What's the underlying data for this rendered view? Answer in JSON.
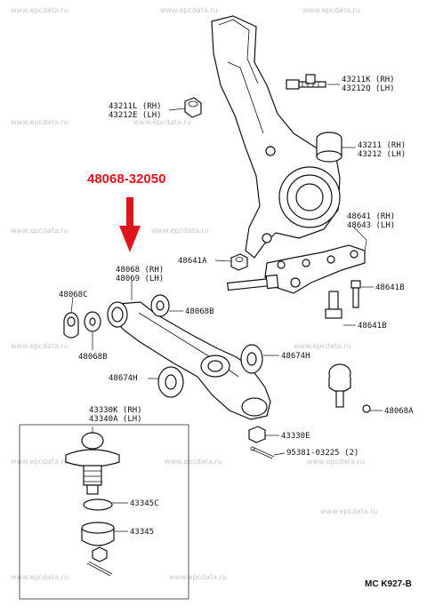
{
  "watermark": "www.epcdata.ru",
  "highlight_part": "48068-32050",
  "diagram_ref": "MC K927-B",
  "labels": {
    "p43211K": "43211K (RH)",
    "p43212Q": "43212Q (LH)",
    "p43211L": "43211L (RH)",
    "p43212E": "43212E (LH)",
    "p43211": "43211 (RH)",
    "p43212": "43212 (LH)",
    "p48641": "48641 (RH)",
    "p48643": "48643 (LH)",
    "p48641A": "48641A",
    "p48068": "48068 (RH)",
    "p48069": "48069 (LH)",
    "p48068C": "48068C",
    "p48641B_top": "48641B",
    "p48068B_right": "48068B",
    "p48641B_low": "48641B",
    "p48068B_left": "48068B",
    "p48674H_right": "48674H",
    "p48674H_left": "48674H",
    "p48068A": "48068A",
    "p43330K": "43330K (RH)",
    "p43340A": "43340A (LH)",
    "p43330E": "43330E",
    "p95381": "95381-03225 (2)",
    "p43345C": "43345C",
    "p43345": "43345"
  },
  "colors": {
    "highlight": "#e0141e",
    "line": "#111111",
    "watermark": "#c8c8c8"
  },
  "icons": {
    "arrow": "down-arrow-icon"
  }
}
